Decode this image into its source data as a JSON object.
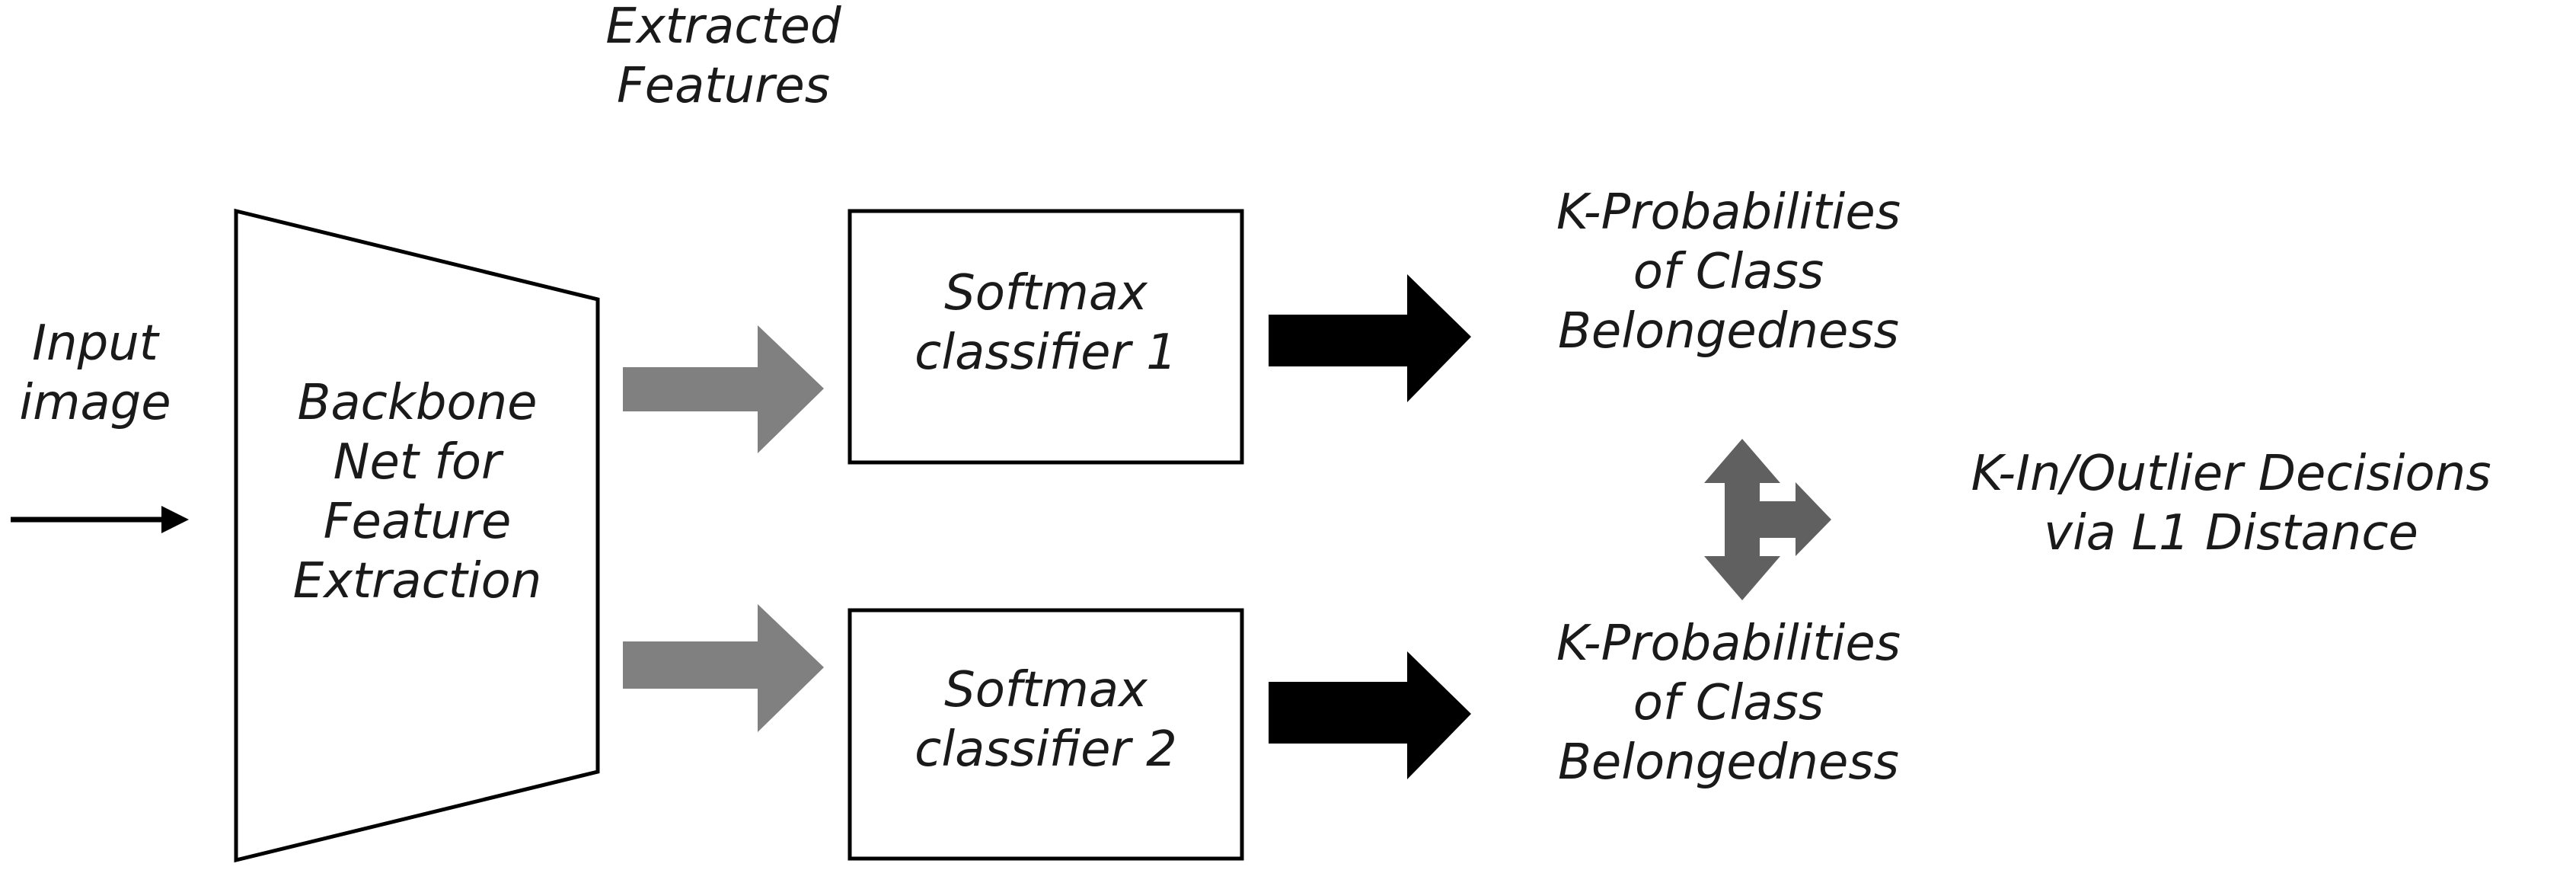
{
  "diagram": {
    "input_label": "Input\nimage",
    "backbone_label": "Backbone\nNet for\nFeature\nExtraction",
    "features_label": "Extracted\nFeatures",
    "classifier_1_label": "Softmax\nclassifier 1",
    "classifier_2_label": "Softmax\nclassifier 2",
    "probabilities_1_label": "K-Probabilities\nof Class\nBelongedness",
    "probabilities_2_label": "K-Probabilities\nof Class\nBelongedness",
    "decision_label": "K-In/Outlier Decisions\nvia L1 Distance",
    "colors": {
      "line": "#000000",
      "feature_arrow": "#808080",
      "output_arrow": "#000000",
      "decision_arrow": "#606060"
    }
  }
}
